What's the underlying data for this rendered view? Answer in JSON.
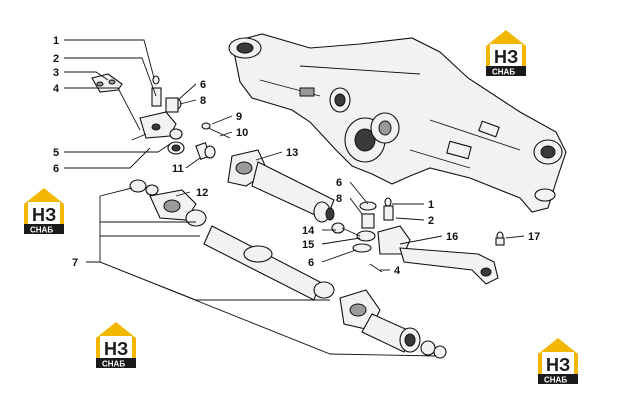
{
  "callouts": {
    "c1a": "1",
    "c2a": "2",
    "c3": "3",
    "c4a": "4",
    "c5": "5",
    "c6a": "6",
    "c6b": "6",
    "c7": "7",
    "c8a": "8",
    "c9": "9",
    "c10": "10",
    "c11": "11",
    "c12": "12",
    "c13": "13",
    "c6c": "6",
    "c8b": "8",
    "c1b": "1",
    "c2b": "2",
    "c14": "14",
    "c15": "15",
    "c6d": "6",
    "c4b": "4",
    "c16": "16",
    "c17": "17"
  },
  "watermark": {
    "big": "НЗ",
    "small": "СНАБ",
    "accent": "#f2b705",
    "dark": "#1a1a1a"
  }
}
